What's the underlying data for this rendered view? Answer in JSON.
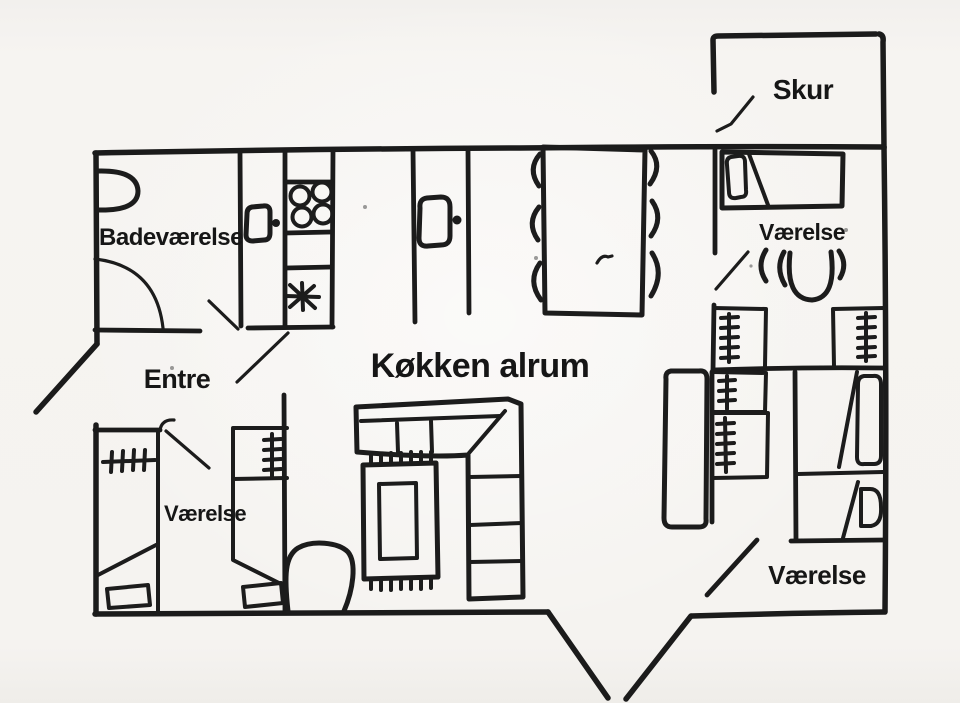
{
  "document": {
    "kind": "hand-drawn floor plan scan",
    "paper_color": "#f5f3f0",
    "ink_color": "#1b1b1b"
  },
  "labels": {
    "skur": "Skur",
    "badevaerelse": "Badeværelse",
    "entre": "Entre",
    "koekken_alrum": "Køkken alrum",
    "vaerelse_top_right": "Værelse",
    "vaerelse_bottom_left": "Værelse",
    "vaerelse_bottom_right": "Værelse"
  },
  "furniture_icons": [
    "bathroom-sink-icon",
    "door-swing-icon",
    "cabinet-door-icon",
    "stove-burners-icon",
    "kitchen-sink-star-icon",
    "pantry-door-icon",
    "dining-table-icon",
    "dining-chair-icon",
    "bed-icon",
    "bed-ladder-ticks-icon",
    "desk-chair-icon",
    "wardrobe-icon",
    "corner-sofa-icon",
    "rug-icon",
    "armchair-icon",
    "pillow-icon"
  ]
}
